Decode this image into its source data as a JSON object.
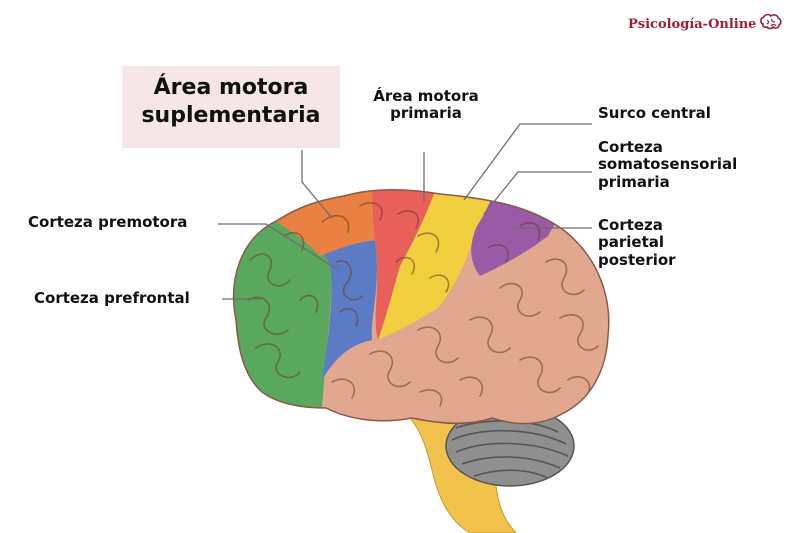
{
  "brand": {
    "name": "Psicología-Online",
    "icon": "brain-logo-icon",
    "color": "#a11e3a"
  },
  "labels": {
    "supplementary_motor": [
      "Área motora",
      "suplementaria"
    ],
    "primary_motor": [
      "Área motora",
      "primaria"
    ],
    "central_sulcus": "Surco central",
    "somatosensory": [
      "Corteza",
      "somatosensorial",
      "primaria"
    ],
    "posterior_parietal": [
      "Corteza",
      "parietal",
      "posterior"
    ],
    "premotor": "Corteza premotora",
    "prefrontal": "Corteza prefrontal"
  },
  "colors": {
    "prefrontal": "#5aa85e",
    "premotor": "#5b7cc4",
    "supplementary_motor": "#ea8142",
    "primary_motor": "#e9605a",
    "somatosensory": "#f2cf3e",
    "posterior_parietal": "#9a5aa6",
    "rest_of_cortex": "#e2a88f",
    "cerebellum": "#8f8f8f",
    "brainstem": "#f1c24c",
    "highlight_box": "#f6e6e7"
  }
}
